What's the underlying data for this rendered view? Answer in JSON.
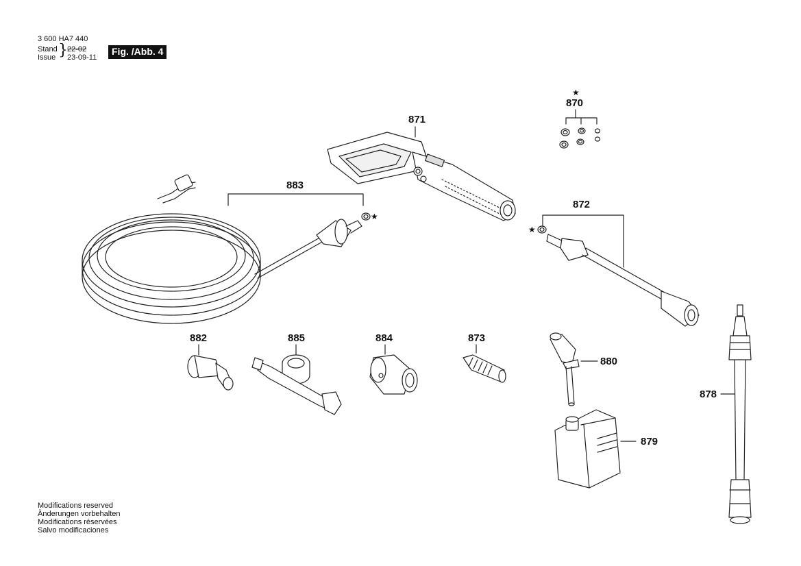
{
  "header": {
    "part_number": "3 600 HA7 440",
    "stand_label": "Stand",
    "issue_label": "Issue",
    "stand_value": "22-02",
    "issue_value": "23-09-11",
    "figure_label": "Fig. /Abb. 4"
  },
  "parts": {
    "p870": "870",
    "p871": "871",
    "p872": "872",
    "p873": "873",
    "p878": "878",
    "p879": "879",
    "p880": "880",
    "p882": "882",
    "p883": "883",
    "p884": "884",
    "p885": "885"
  },
  "star_symbol": "★",
  "footer": [
    "Modifications reserved",
    "Änderungen vorbehalten",
    "Modifications réservées",
    "Salvo modificaciones"
  ]
}
